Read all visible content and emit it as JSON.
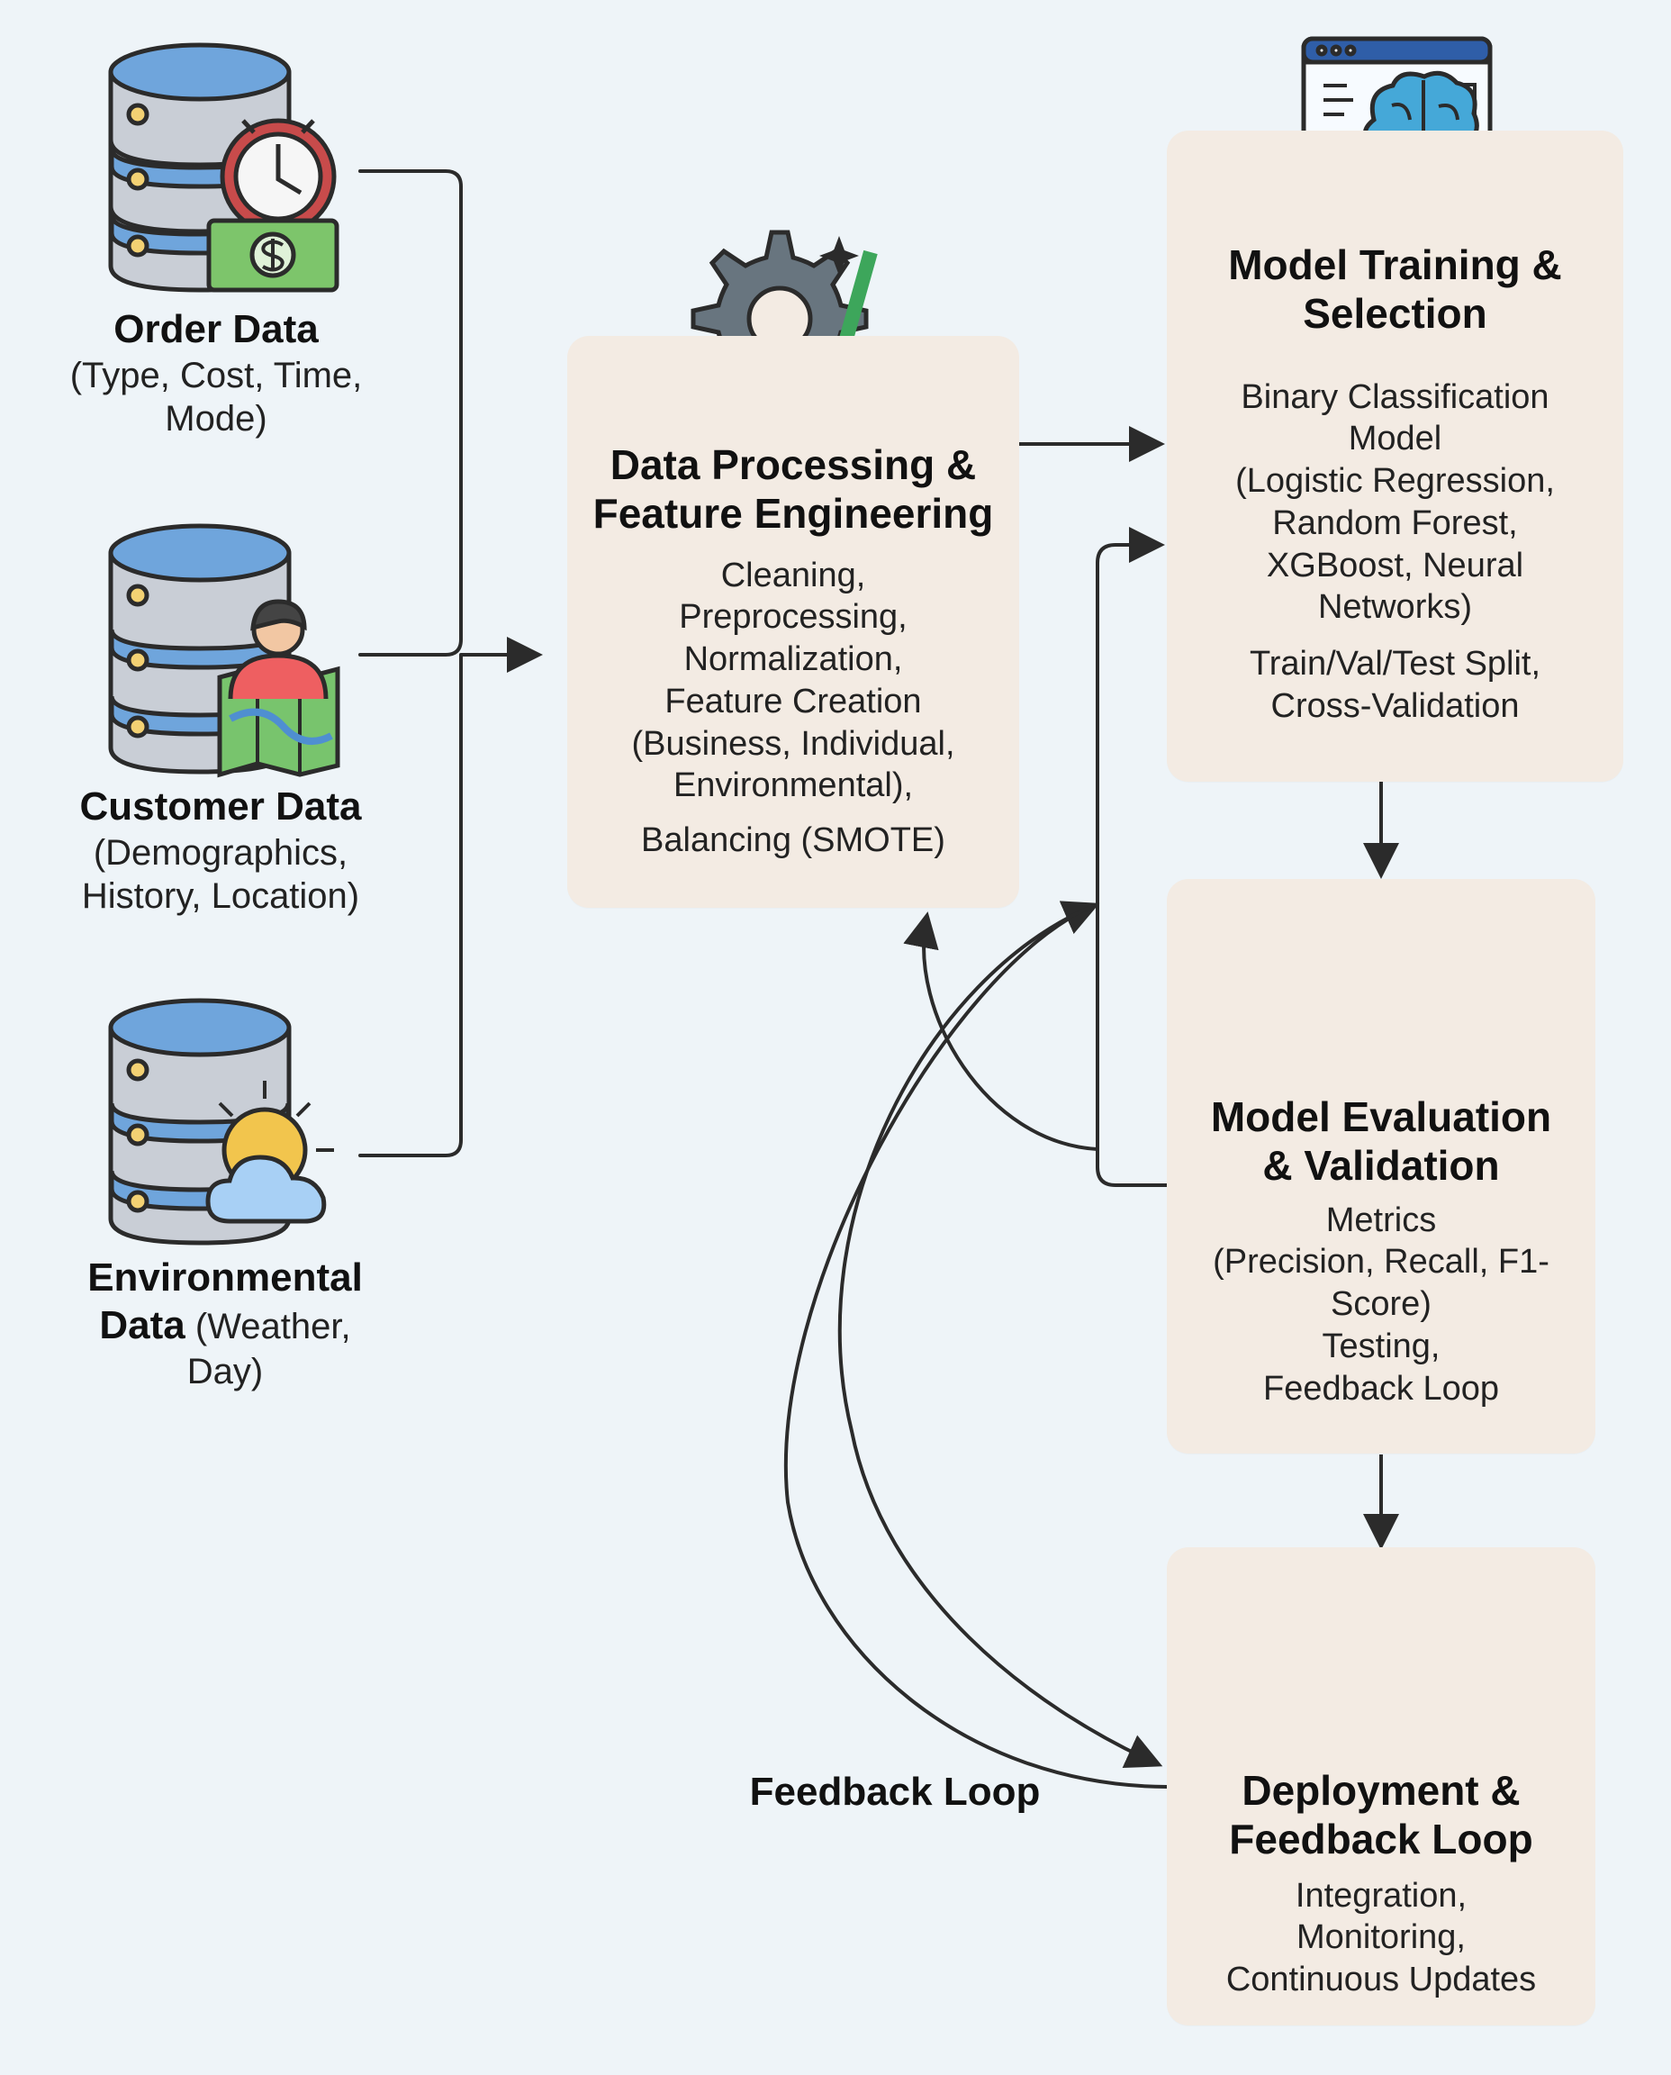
{
  "sources": {
    "order": {
      "title": "Order Data",
      "desc_line1": "(Type, Cost, Time,",
      "desc_line2": "Mode)"
    },
    "customer": {
      "title": "Customer Data",
      "desc_line1": "(Demographics,",
      "desc_line2": "History, Location)"
    },
    "environmental": {
      "title_line1": "Environmental",
      "title_line2": "Data",
      "desc_line2_rest": "(Weather,",
      "desc_line3": "Day)"
    }
  },
  "stages": {
    "processing": {
      "title_line1": "Data Processing &",
      "title_line2": "Feature Engineering",
      "body": [
        "Cleaning,",
        "Preprocessing,",
        "Normalization,",
        "Feature Creation",
        "(Business, Individual,",
        "Environmental),"
      ],
      "balancing": "Balancing (SMOTE)"
    },
    "training": {
      "title_line1": "Model Training &",
      "title_line2": "Selection",
      "body": [
        "Binary Classification",
        "Model",
        "(Logistic Regression,",
        "Random Forest,",
        "XGBoost, Neural",
        "Networks)"
      ],
      "split": [
        "Train/Val/Test Split,",
        "Cross-Validation"
      ]
    },
    "evaluation": {
      "title_line1": "Model Evaluation",
      "title_line2": "& Validation",
      "body": [
        "Metrics",
        "(Precision, Recall, F1-",
        "Score)",
        "Testing,",
        "Feedback Loop"
      ]
    },
    "deployment": {
      "title_line1": "Deployment &",
      "title_line2": "Feedback Loop",
      "body": [
        "Integration,",
        "Monitoring,",
        "Continuous Updates"
      ]
    }
  },
  "loop_label": "Feedback Loop",
  "icons": [
    "database-clock-money-icon",
    "database-person-map-icon",
    "database-sun-cloud-icon",
    "gear-broom-icon",
    "brain-code-window-icon",
    "magnifier-chart-icon",
    "rocket-feedback-icon"
  ],
  "colors": {
    "background": "#eef4f8",
    "box": "#f3ebe3",
    "db_blue": "#6fa5dc",
    "db_gray": "#c9ced6",
    "arrow": "#2b2b2b"
  }
}
